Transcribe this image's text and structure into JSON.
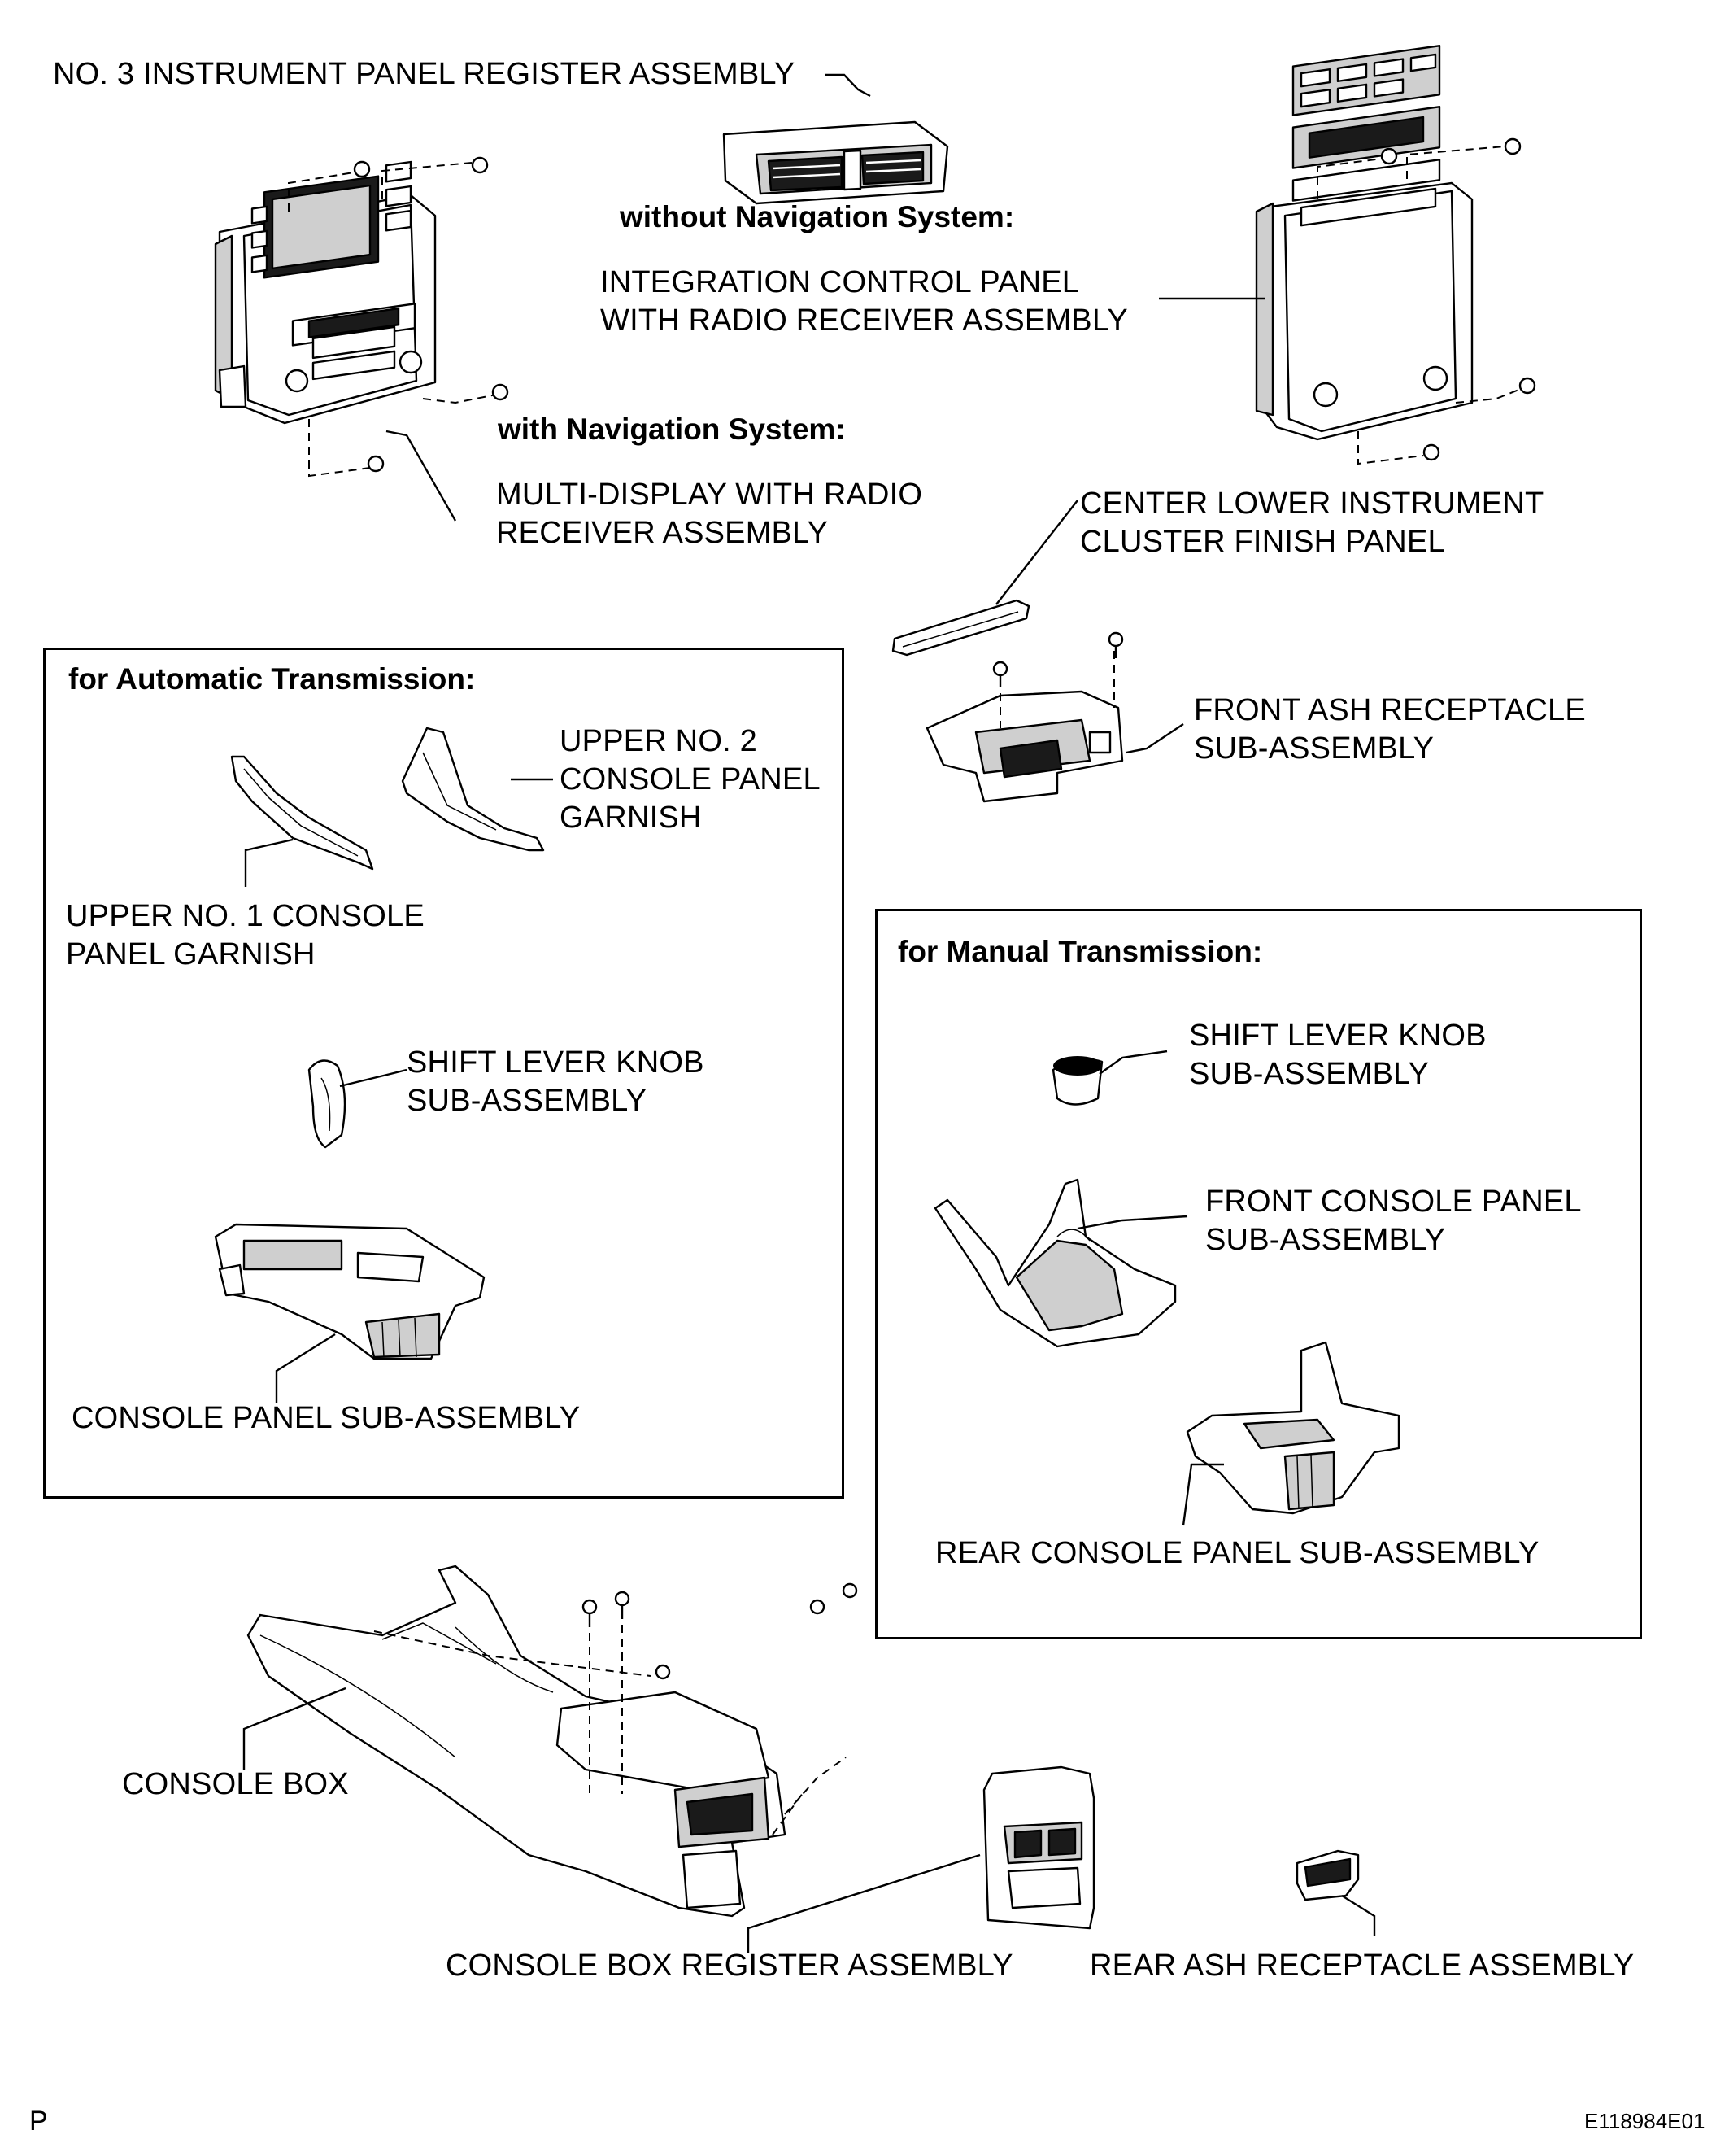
{
  "labels": {
    "register_no3": "NO. 3 INSTRUMENT PANEL REGISTER ASSEMBLY",
    "without_nav": "without Navigation System:",
    "integration_panel": "INTEGRATION CONTROL PANEL\nWITH RADIO RECEIVER ASSEMBLY",
    "with_nav": "with Navigation System:",
    "multi_display": "MULTI-DISPLAY WITH RADIO\nRECEIVER ASSEMBLY",
    "center_lower_finish": "CENTER LOWER INSTRUMENT\nCLUSTER FINISH PANEL",
    "front_ash": "FRONT ASH RECEPTACLE\nSUB-ASSEMBLY",
    "auto_header": "for Automatic Transmission:",
    "upper_no2": "UPPER NO. 2\nCONSOLE PANEL\nGARNISH",
    "upper_no1": "UPPER NO. 1 CONSOLE\nPANEL GARNISH",
    "shift_knob_auto": "SHIFT LEVER KNOB\nSUB-ASSEMBLY",
    "console_panel_sub": "CONSOLE PANEL SUB-ASSEMBLY",
    "manual_header": "for Manual Transmission:",
    "shift_knob_manual": "SHIFT LEVER KNOB\nSUB-ASSEMBLY",
    "front_console_panel": "FRONT CONSOLE PANEL\nSUB-ASSEMBLY",
    "rear_console_panel": "REAR CONSOLE PANEL SUB-ASSEMBLY",
    "console_box": "CONSOLE BOX",
    "console_box_register": "CONSOLE BOX REGISTER ASSEMBLY",
    "rear_ash": "REAR ASH RECEPTACLE ASSEMBLY"
  },
  "corner_letter": "P",
  "figure_code": "E118984E01"
}
